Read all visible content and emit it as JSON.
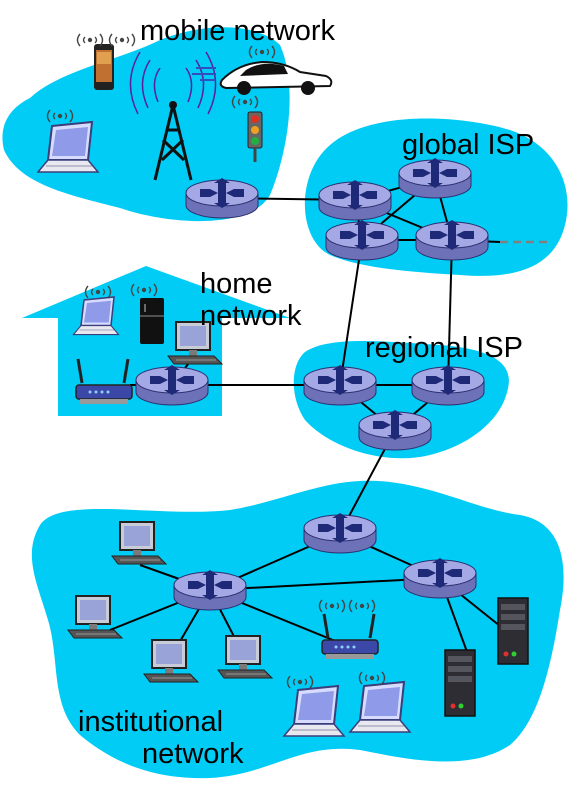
{
  "labels": {
    "mobile": "mobile network",
    "global_isp": "global ISP",
    "home_line1": "home",
    "home_line2": "network",
    "regional_isp": "regional ISP",
    "institutional_line1": "institutional",
    "institutional_line2": "network"
  },
  "colors": {
    "cloud": "#00ccf5",
    "router_body": "#7b7fc4",
    "router_top": "#9da2e0",
    "router_arrow": "#1e2a78",
    "link": "#000000",
    "dashed_link": "#808080"
  },
  "icons": [
    "router-icon",
    "laptop-icon",
    "desktop-computer-icon",
    "server-icon",
    "wireless-router-icon",
    "cell-tower-icon",
    "smartphone-icon",
    "car-icon",
    "traffic-light-icon",
    "refrigerator-icon",
    "wifi-signal-icon"
  ]
}
